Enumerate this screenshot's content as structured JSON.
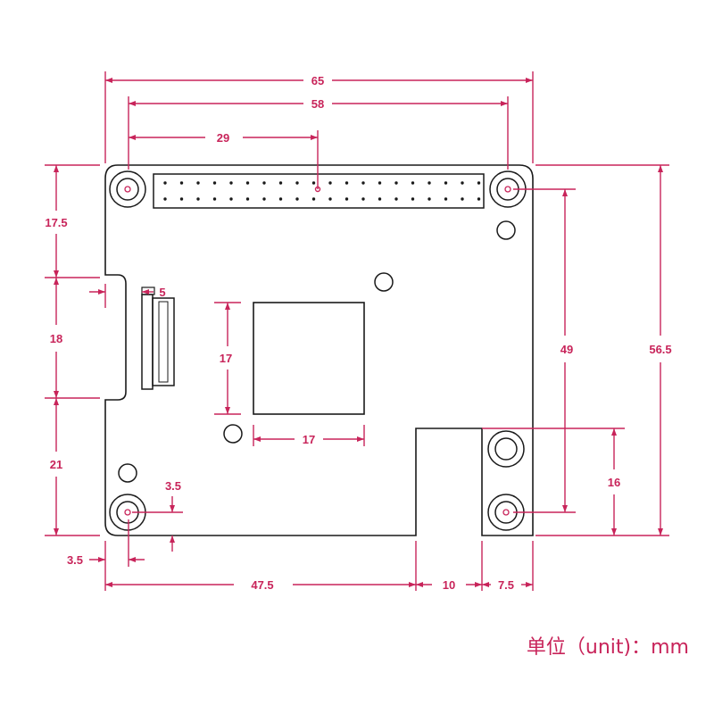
{
  "colors": {
    "accent": "#c8245a",
    "outline": "#1a1a1a"
  },
  "dimensions": {
    "overall_width": "65",
    "hole_spacing_x": "58",
    "header_center_offset": "29",
    "top_to_camera_connector": "17.5",
    "camera_connector_height": "18",
    "connector_to_bottom": "21",
    "connector_depth": "5",
    "chip_height": "17",
    "chip_width": "17",
    "hole_offset_y": "3.5",
    "hole_offset_x": "3.5",
    "hole_spacing_y": "49",
    "overall_height": "56.5",
    "notch_height": "16",
    "bottom_left_span": "47.5",
    "notch_width": "10",
    "bottom_right_span": "7.5"
  },
  "unit_label": "单位（unit)：mm"
}
